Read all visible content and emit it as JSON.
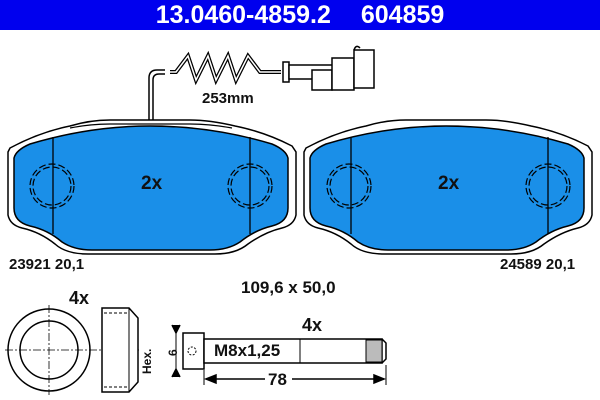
{
  "header": {
    "part_number": "13.0460-4859.2",
    "ref_number": "604859",
    "background_color": "#0000ee"
  },
  "sensor": {
    "length_label": "253mm"
  },
  "pads": [
    {
      "id": "left",
      "qty_label": "2x",
      "code_label": "23921 20,1",
      "fill_color": "#1a8fe8"
    },
    {
      "id": "right",
      "qty_label": "2x",
      "code_label": "24589 20,1",
      "fill_color": "#1a8fe8"
    }
  ],
  "dimensions": {
    "label": "109,6 x 50,0"
  },
  "accessories": {
    "cap_qty_label": "4x",
    "bolt_qty_label": "4x",
    "bolt_thread_label": "M8x1,25",
    "bolt_length_label": "78",
    "hex_label": "Hex.",
    "hex_size_label": "6"
  }
}
